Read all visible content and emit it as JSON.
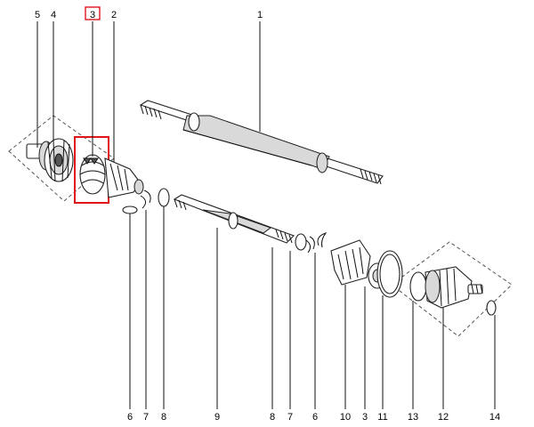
{
  "diagram": {
    "highlighted_part": "3",
    "highlight_color": "#e0141c",
    "callouts_top": [
      "5",
      "4",
      "3",
      "2",
      "1"
    ],
    "callouts_bottom": [
      "6",
      "7",
      "8",
      "9",
      "8",
      "7",
      "6",
      "10",
      "3",
      "11",
      "13",
      "12",
      "14"
    ]
  }
}
